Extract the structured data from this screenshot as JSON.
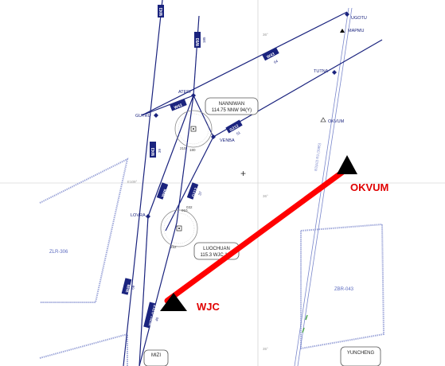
{
  "waypoints": {
    "ugotu": "UGOTU",
    "mapmu": "MAPMU",
    "tutna": "TUTNA",
    "okvum_small": "OKVUM",
    "ateri": "ATERI",
    "gutru": "GUTRU",
    "venba": "VENBA",
    "lovra": "LOVRA",
    "mizi": "MIZI",
    "yuncheng": "YUNCHENG"
  },
  "navaids": {
    "nanniwan": {
      "name": "NANNIWAN",
      "freq": "114.75 NNW 94(Y)"
    },
    "luochuan": {
      "name": "LUOCHUAN",
      "freq": "115.3 WJC 100"
    }
  },
  "routes": {
    "w43_top": "W43",
    "w43_top_num": "90",
    "w93": "W93",
    "w93_num": "185",
    "w43_right": "W43",
    "w43_right_num": "64",
    "w43_left": "W43",
    "w43_left_num": "17",
    "g212_a": "G212",
    "g212_a_num": "51",
    "w43_mid": "W43",
    "w43_mid_num": "39",
    "w49": "W49",
    "w49_num": "32",
    "g212_b": "G212",
    "g212_b_num": "37",
    "w49_lower": "W49",
    "w49_lower_num": "69",
    "w201": "W201-G212",
    "w201_num": "40"
  },
  "zones": {
    "zlr": "ZLR-306",
    "zbr": "ZBR-043"
  },
  "grid": {
    "top": "36°",
    "mid": "36°",
    "left": "E109°",
    "bottom": "35°"
  },
  "compass": {
    "nnw_a": "180",
    "nnw_b": "210",
    "wjc_a": "010",
    "wjc_b": "252",
    "wjc_c": "032"
  },
  "route_note": "B3(A3) R3 (3985)",
  "okvum_label": "OKVUM",
  "wjc_label": "WJC",
  "colors": {
    "route": "#1a237e",
    "highlight": "#ff0000",
    "zone": "#9fa8da",
    "marker": "#000000"
  }
}
